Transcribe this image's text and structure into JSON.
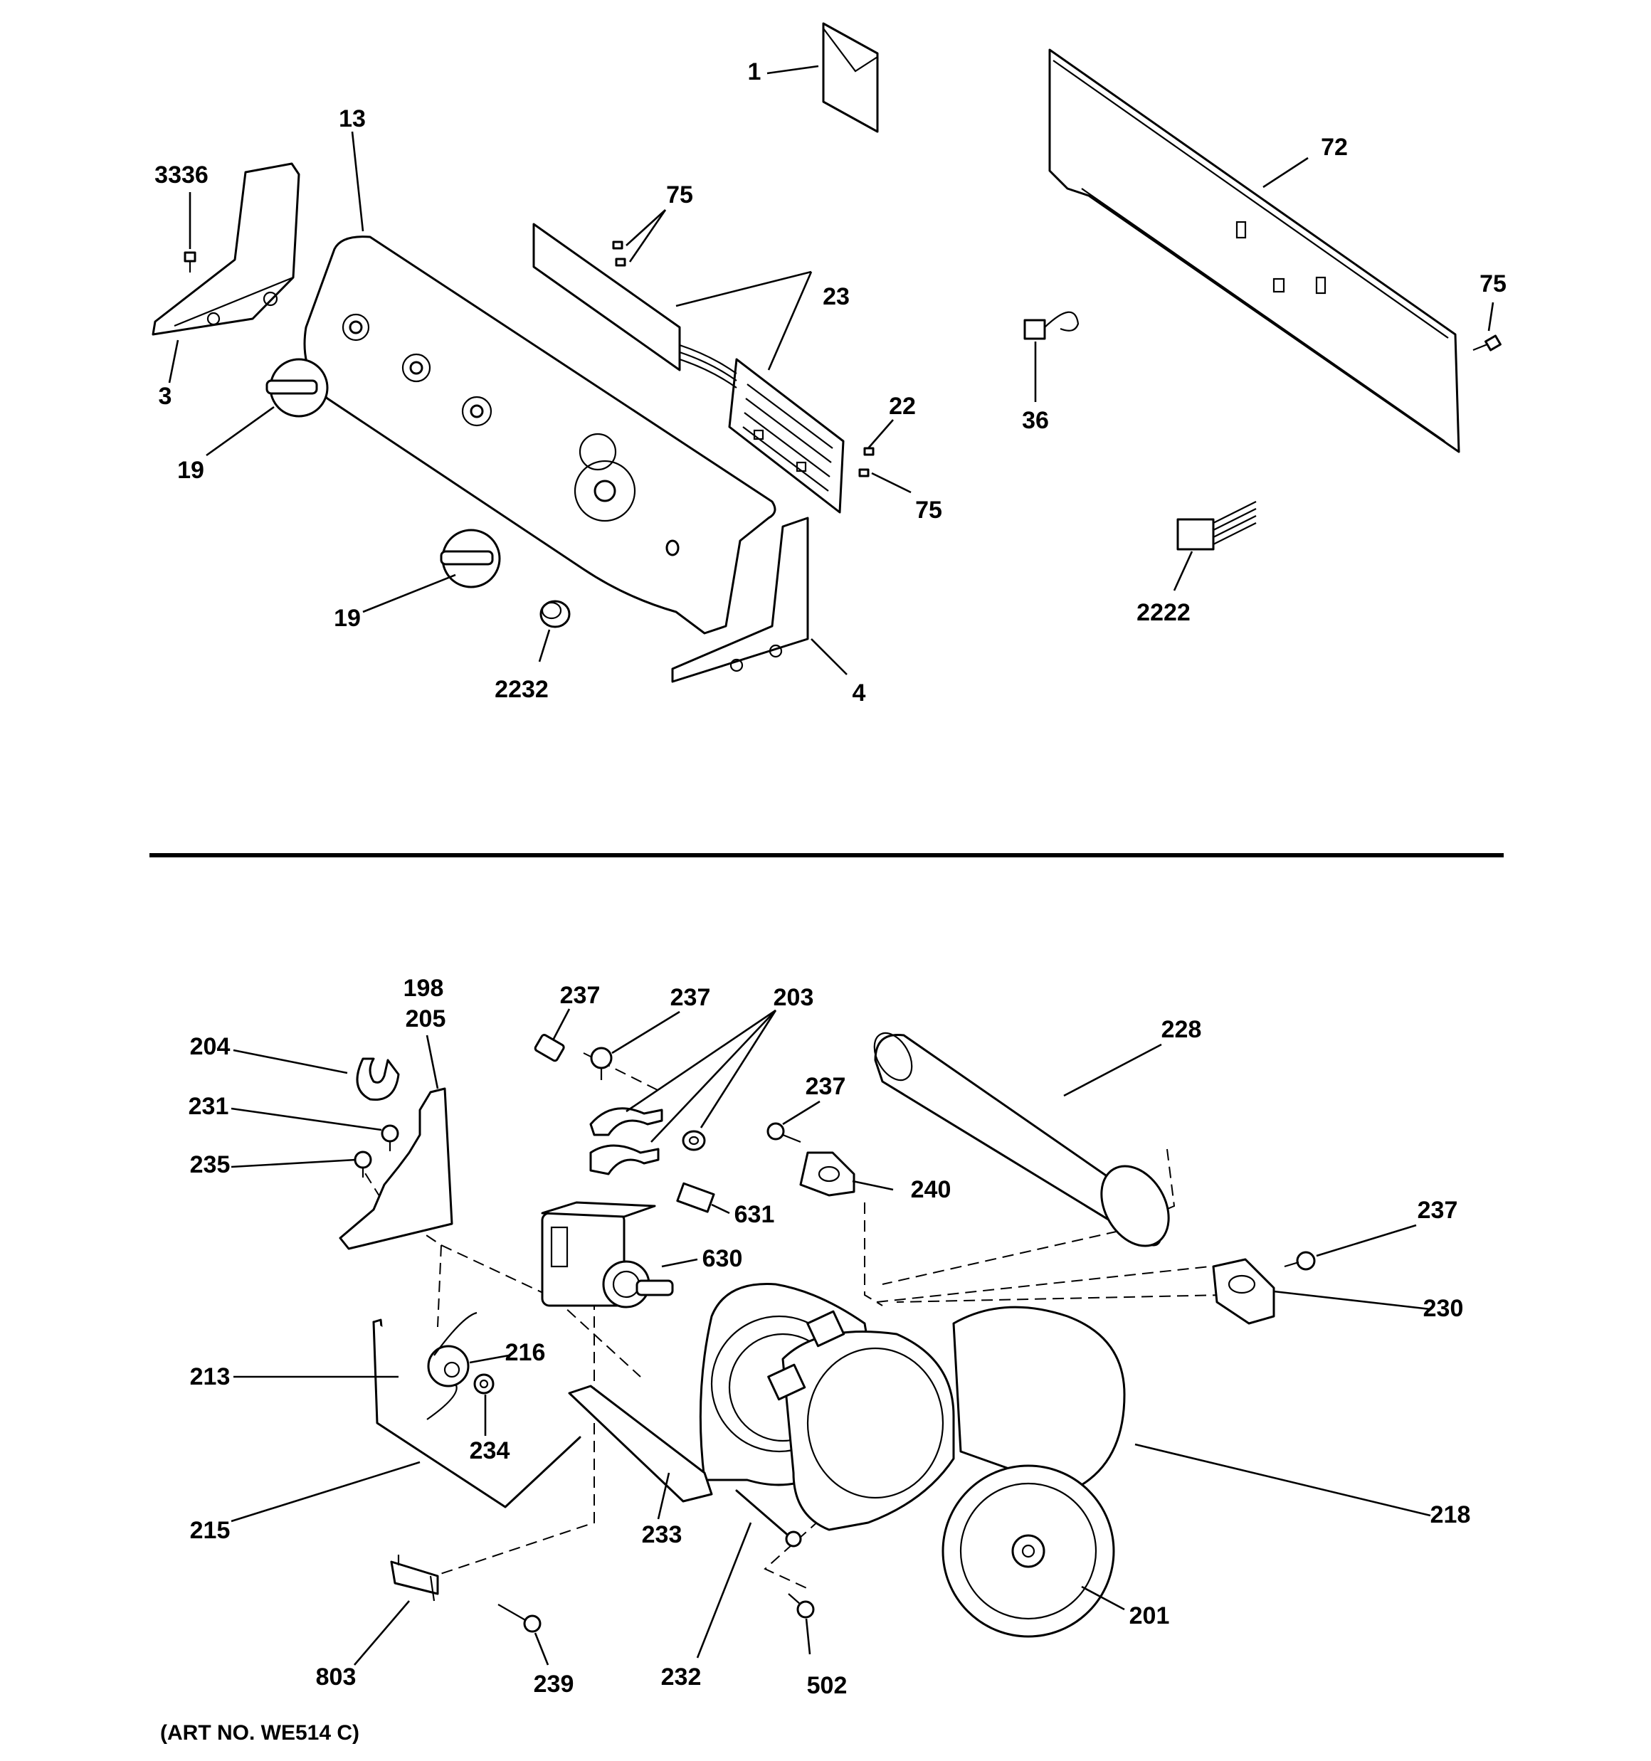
{
  "upper_labels": [
    "1",
    "72",
    "3336",
    "13",
    "75",
    "23",
    "75",
    "3",
    "19",
    "22",
    "75",
    "36",
    "19",
    "2232",
    "4",
    "2222"
  ],
  "lower_labels": [
    "198",
    "205",
    "237",
    "237",
    "203",
    "228",
    "204",
    "237",
    "231",
    "235",
    "240",
    "631",
    "630",
    "237",
    "230",
    "216",
    "213",
    "234",
    "215",
    "233",
    "218",
    "232",
    "201",
    "803",
    "239",
    "502"
  ],
  "art_number": "(ART NO. WE514 C)",
  "colors": {
    "ink": "#000000",
    "paper": "#ffffff"
  }
}
